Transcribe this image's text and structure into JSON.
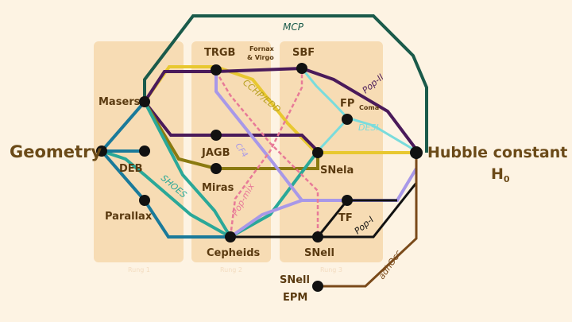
{
  "rungs": [
    "Rung 1",
    "Rung 2",
    "Rung 3"
  ],
  "nodes": {
    "geometry": "Geometry",
    "hubble_line1": "Hubble constant",
    "hubble_line2": "H",
    "hubble_sub": "0",
    "masers": "Masers",
    "deb": "DEB",
    "parallax": "Parallax",
    "trgb": "TRGB",
    "jagb": "JAGB",
    "miras": "Miras",
    "cepheids": "Cepheids",
    "sbf": "SBF",
    "fp": "FP",
    "coma": "Coma",
    "snela": "SNela",
    "tf": "TF",
    "snell": "SNell",
    "snell_epm_1": "SNell",
    "snell_epm_2": "EPM",
    "fornax_1": "Fornax",
    "fornax_2": "& Virgo"
  },
  "lines": {
    "mcp": {
      "label": "MCP",
      "color": "#1a5a4a"
    },
    "pop2": {
      "label": "Pop-II",
      "color": "#4a1a5a"
    },
    "cchp": {
      "label": "CCHP/EDD",
      "color": "#b8a020"
    },
    "desi": {
      "label": "DESI",
      "color": "#7adcdc"
    },
    "cf4": {
      "label": "CF4",
      "color": "#a898e8"
    },
    "popmix": {
      "label": "Pop-mix",
      "color": "#e87a98"
    },
    "shoes": {
      "label": "SHOES",
      "color": "#2aa898"
    },
    "pop1": {
      "label": "Pop-I",
      "color": "#111111"
    },
    "adhocc": {
      "label": "adhOcc",
      "color": "#7a4a1a"
    },
    "olive": {
      "color": "#8a7a10"
    },
    "yellow": {
      "color": "#e8c830"
    },
    "teal_dark": {
      "color": "#1a7a9a"
    }
  }
}
